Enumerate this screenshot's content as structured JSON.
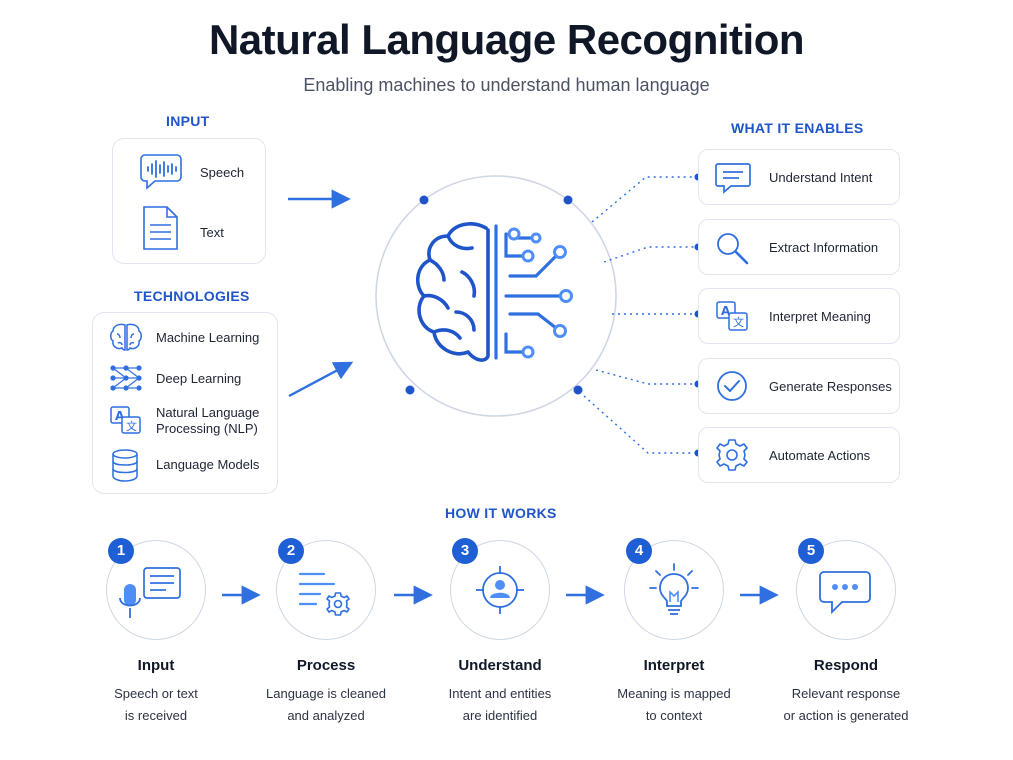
{
  "header": {
    "title": "Natural Language Recognition",
    "subtitle": "Enabling machines to understand human language"
  },
  "input": {
    "label": "INPUT",
    "items": [
      {
        "label": "Speech",
        "icon": "speech-waveform-icon"
      },
      {
        "label": "Text",
        "icon": "document-icon"
      }
    ]
  },
  "technologies": {
    "label": "TECHNOLOGIES",
    "items": [
      {
        "label": "Machine Learning",
        "icon": "brain-icon"
      },
      {
        "label": "Deep Learning",
        "icon": "neural-network-icon"
      },
      {
        "label_line1": "Natural Language",
        "label_line2": "Processing (NLP)",
        "icon": "translate-icon"
      },
      {
        "label": "Language Models",
        "icon": "database-icon"
      }
    ]
  },
  "enables": {
    "label": "WHAT IT ENABLES",
    "items": [
      {
        "label": "Understand Intent",
        "icon": "chat-bubble-icon"
      },
      {
        "label": "Extract Information",
        "icon": "magnifier-icon"
      },
      {
        "label": "Interpret Meaning",
        "icon": "translate-icon"
      },
      {
        "label": "Generate Responses",
        "icon": "check-circle-icon"
      },
      {
        "label": "Automate Actions",
        "icon": "gear-icon"
      }
    ]
  },
  "center": {
    "icon": "brain-circuit-icon"
  },
  "how": {
    "label": "HOW IT WORKS",
    "steps": [
      {
        "number": "1",
        "title": "Input",
        "desc_line1": "Speech or text",
        "desc_line2": "is received",
        "icon": "microphone-text-icon"
      },
      {
        "number": "2",
        "title": "Process",
        "desc_line1": "Language is cleaned",
        "desc_line2": "and analyzed",
        "icon": "process-gear-icon"
      },
      {
        "number": "3",
        "title": "Understand",
        "desc_line1": "Intent and entities",
        "desc_line2": "are identified",
        "icon": "target-user-icon"
      },
      {
        "number": "4",
        "title": "Interpret",
        "desc_line1": "Meaning is mapped",
        "desc_line2": "to context",
        "icon": "lightbulb-icon"
      },
      {
        "number": "5",
        "title": "Respond",
        "desc_line1": "Relevant response",
        "desc_line2": "or action is generated",
        "icon": "speech-bubble-icon"
      }
    ]
  },
  "colors": {
    "accent": "#1f5fd6",
    "accent_light": "#4f8ef7",
    "border": "#e1e5ee"
  }
}
